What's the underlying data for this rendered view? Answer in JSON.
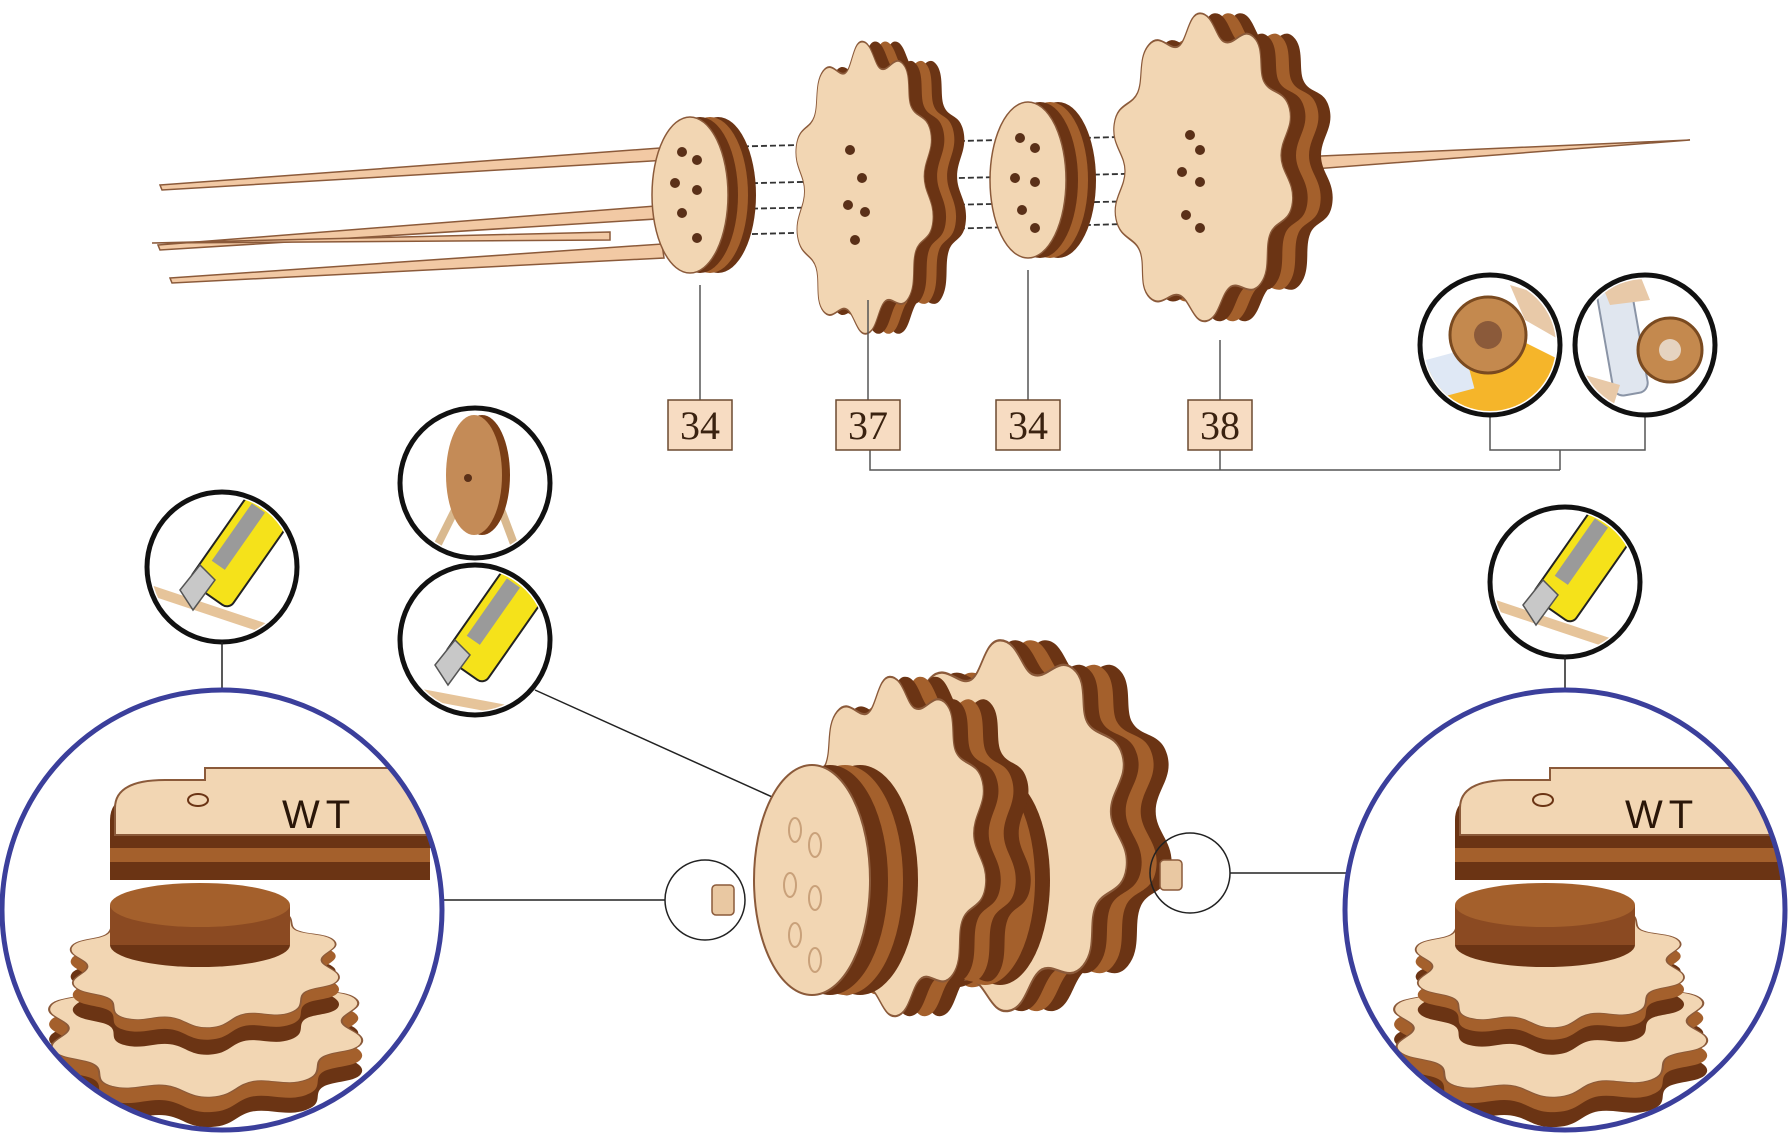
{
  "part_labels": [
    {
      "id": "34a",
      "text": "34"
    },
    {
      "id": "37",
      "text": "37"
    },
    {
      "id": "34b",
      "text": "34"
    },
    {
      "id": "38",
      "text": "38"
    }
  ],
  "engraving_text": "WT",
  "icons": {
    "cutter": "utility-knife-icon",
    "glue": "glue-application-icon",
    "wood_disc": "wood-disc-icon"
  },
  "colors": {
    "wood_light": "#f2d6b3",
    "wood_dark": "#8b4a22",
    "wood_edge": "#6b3414",
    "cutter_yellow": "#f5e21a",
    "detail_ring": "#3b3f9b"
  }
}
